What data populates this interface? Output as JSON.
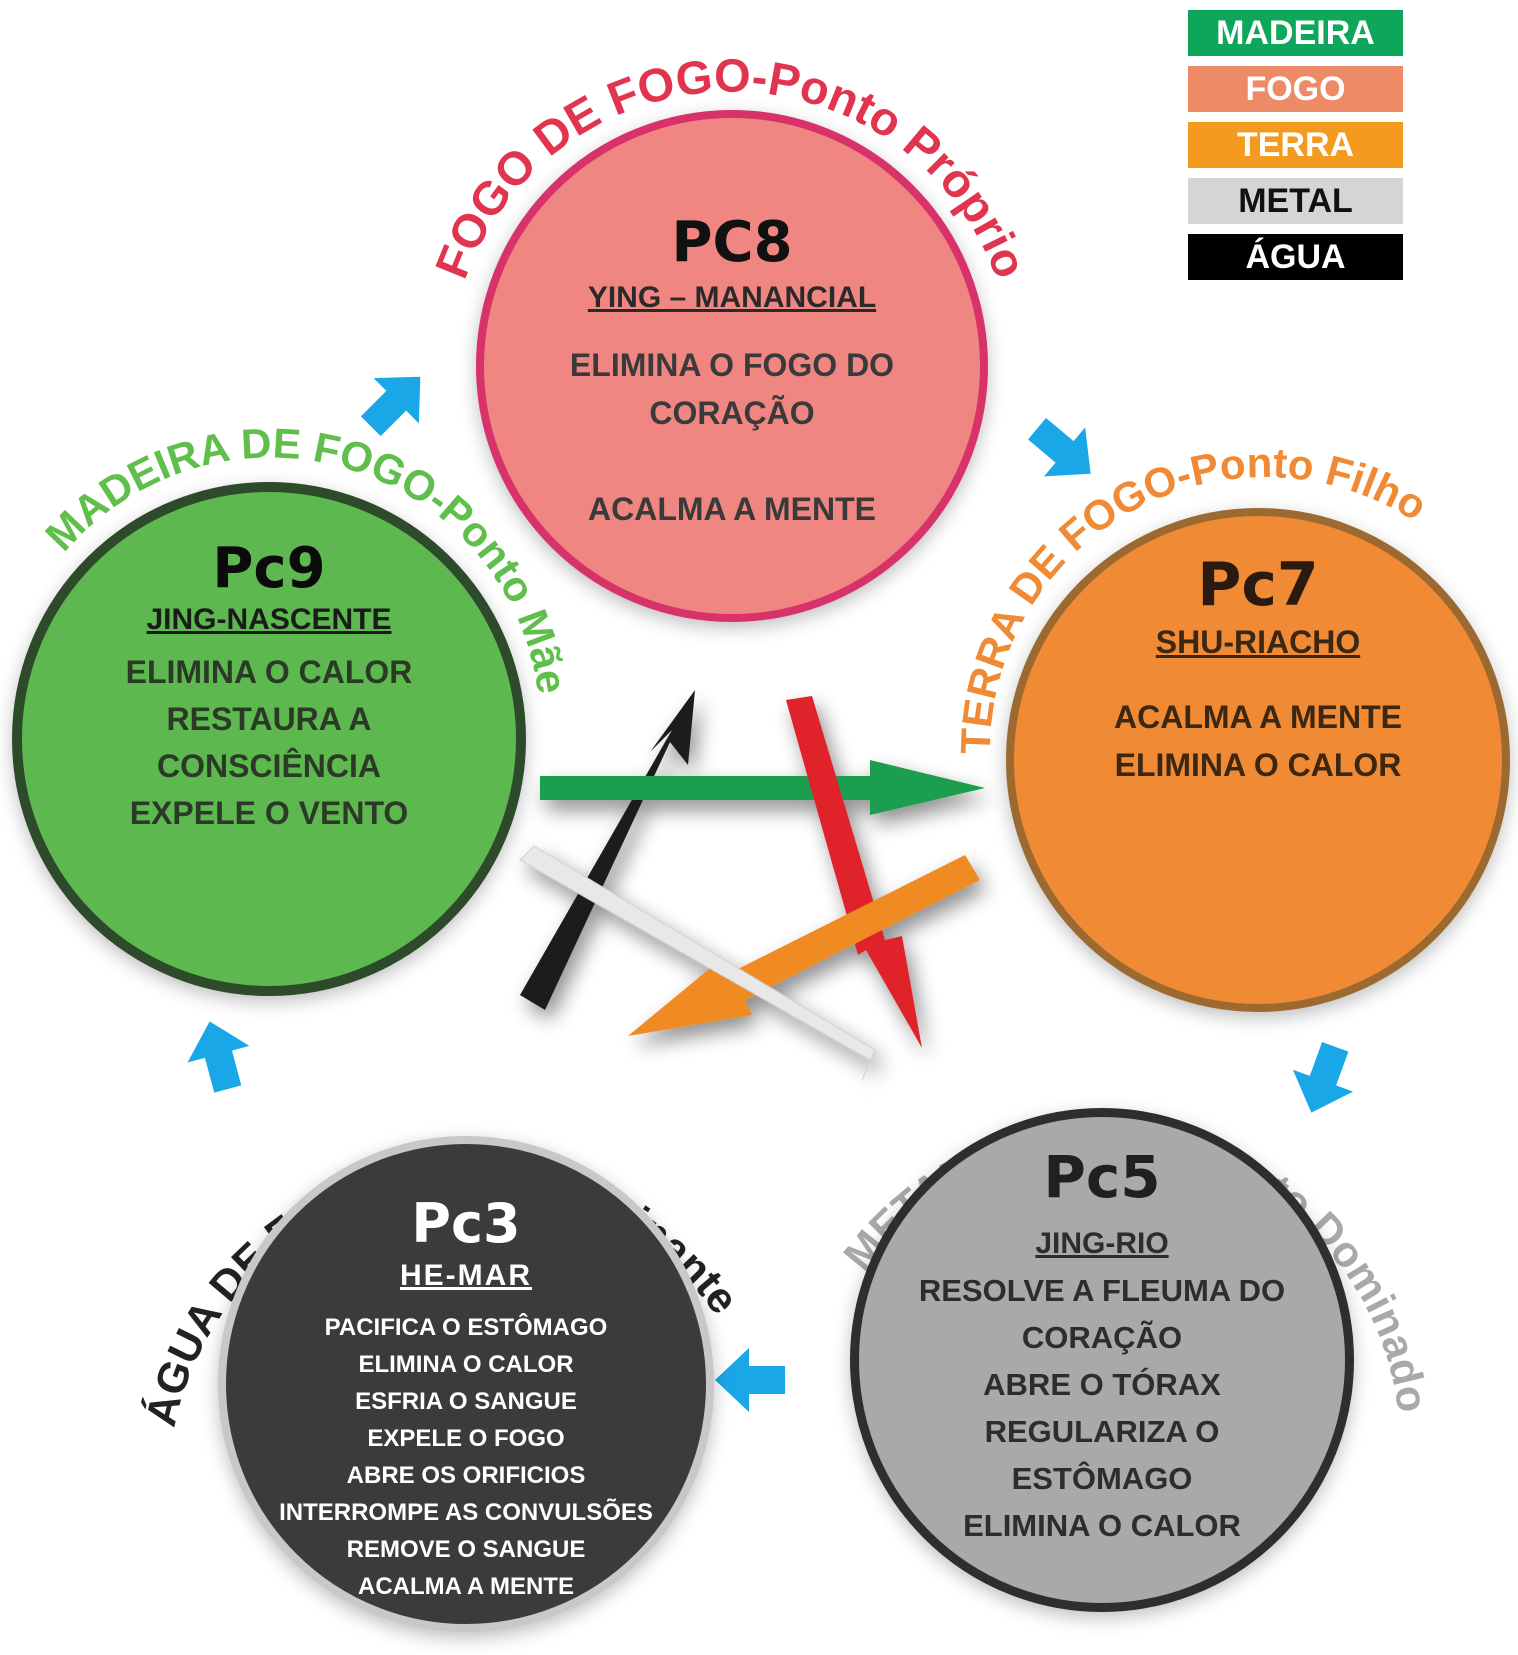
{
  "legend": {
    "items": [
      {
        "label": "MADEIRA",
        "color": "#0ea65a"
      },
      {
        "label": "FOGO",
        "color": "#ec8b66"
      },
      {
        "label": "TERRA",
        "color": "#f39a1f"
      },
      {
        "label": "METAL",
        "color": "#d5d5d5"
      },
      {
        "label": "ÁGUA",
        "color": "#000000"
      }
    ]
  },
  "nodes": {
    "pc8": {
      "arc_label": "FOGO DE FOGO-Ponto Próprio",
      "arc_color": "#e0344f",
      "code": "PC8",
      "subtitle": "YING – MANANCIAL",
      "lines": [
        "ELIMINA O FOGO DO",
        "CORAÇÃO",
        "",
        "ACALMA A MENTE"
      ]
    },
    "pc9": {
      "arc_label": "MADEIRA DE FOGO-Ponto Mãe",
      "arc_color": "#5fbf4a",
      "code": "Pc9",
      "subtitle": "JING-NASCENTE",
      "lines": [
        "ELIMINA O CALOR",
        "RESTAURA A",
        "CONSCIÊNCIA",
        "EXPELE O VENTO"
      ]
    },
    "pc7": {
      "arc_label": "TERRA DE FOGO-Ponto Filho",
      "arc_color": "#f08a34",
      "code": "Pc7",
      "subtitle": "SHU-RIACHO",
      "lines": [
        "ACALMA A MENTE",
        "ELIMINA O CALOR"
      ]
    },
    "pc3": {
      "arc_label": "ÁGUA DE FOGO-Ponto Dominante",
      "arc_color": "#222222",
      "code": "Pc3",
      "subtitle": "HE-MAR",
      "lines": [
        "PACIFICA O ESTÔMAGO",
        "ELIMINA O CALOR",
        "ESFRIA O SANGUE",
        "EXPELE O FOGO",
        "ABRE OS ORIFICIOS",
        "INTERROMPE AS CONVULSÕES",
        "REMOVE O SANGUE",
        "ACALMA A MENTE"
      ]
    },
    "pc5": {
      "arc_label": "METAL DE FOGO-Ponto Dominado",
      "arc_color": "#a9a9a9",
      "code": "Pc5",
      "subtitle": "JING-RIO",
      "lines": [
        "RESOLVE A FLEUMA DO",
        "CORAÇÃO",
        "ABRE O TÓRAX",
        "REGULARIZA O",
        "ESTÔMAGO",
        "ELIMINA O CALOR"
      ]
    }
  },
  "colors": {
    "cycle_arrow": "#1aa7e8",
    "star_green": "#1a9e4f",
    "star_red": "#e0242a",
    "star_orange": "#f08a20",
    "star_black": "#1e1e1e",
    "star_white": "#e8e8e8"
  }
}
